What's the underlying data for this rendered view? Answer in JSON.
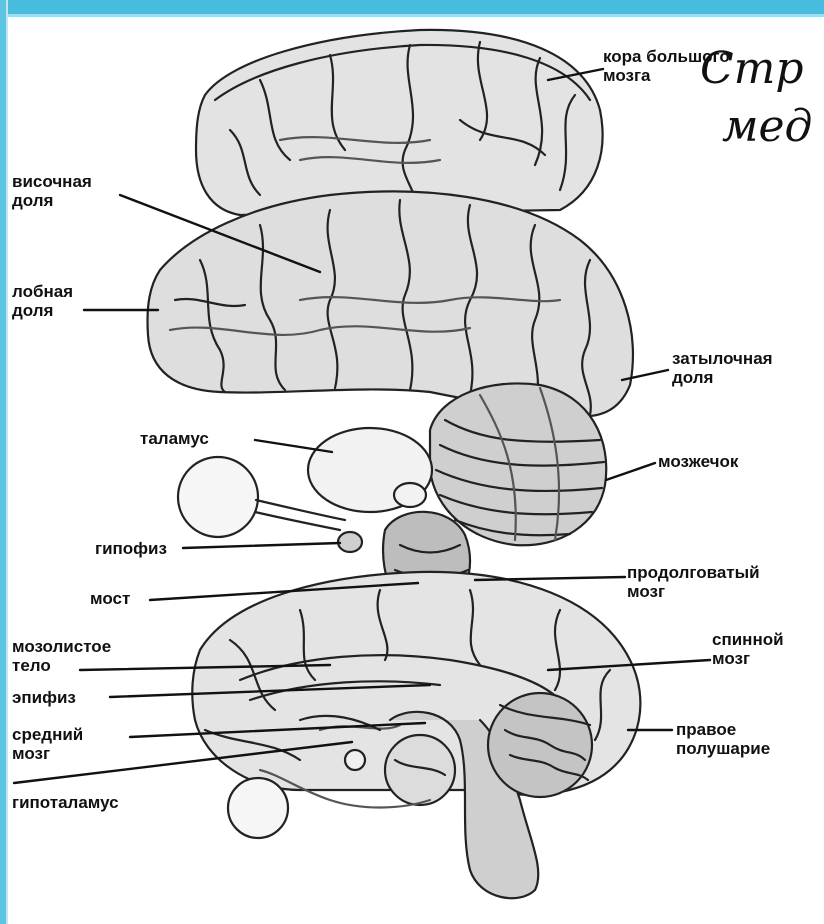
{
  "slide": {
    "title_lines": [
      "Стр",
      "мед"
    ],
    "accent_color": "#3fb6d8"
  },
  "figure": {
    "labels": {
      "cortex": [
        "кора большого",
        "мозга"
      ],
      "temporal_lobe": [
        "височная",
        "доля"
      ],
      "frontal_lobe": [
        "лобная",
        "доля"
      ],
      "occipital_lobe": [
        "затылочная",
        "доля"
      ],
      "thalamus": [
        "таламус"
      ],
      "cerebellum": [
        "мозжечок"
      ],
      "pituitary": [
        "гипофиз"
      ],
      "pons": [
        "мост"
      ],
      "medulla": [
        "продолговатый",
        "мозг"
      ],
      "corpus_callosum": [
        "мозолистое",
        "тело"
      ],
      "spinal_cord": [
        "спинной",
        "мозг"
      ],
      "pineal": [
        "эпифиз"
      ],
      "midbrain": [
        "средний",
        "мозг"
      ],
      "right_hemisphere": [
        "правое",
        "полушарие"
      ],
      "hypothalamus": [
        "гипоталамус"
      ]
    }
  }
}
